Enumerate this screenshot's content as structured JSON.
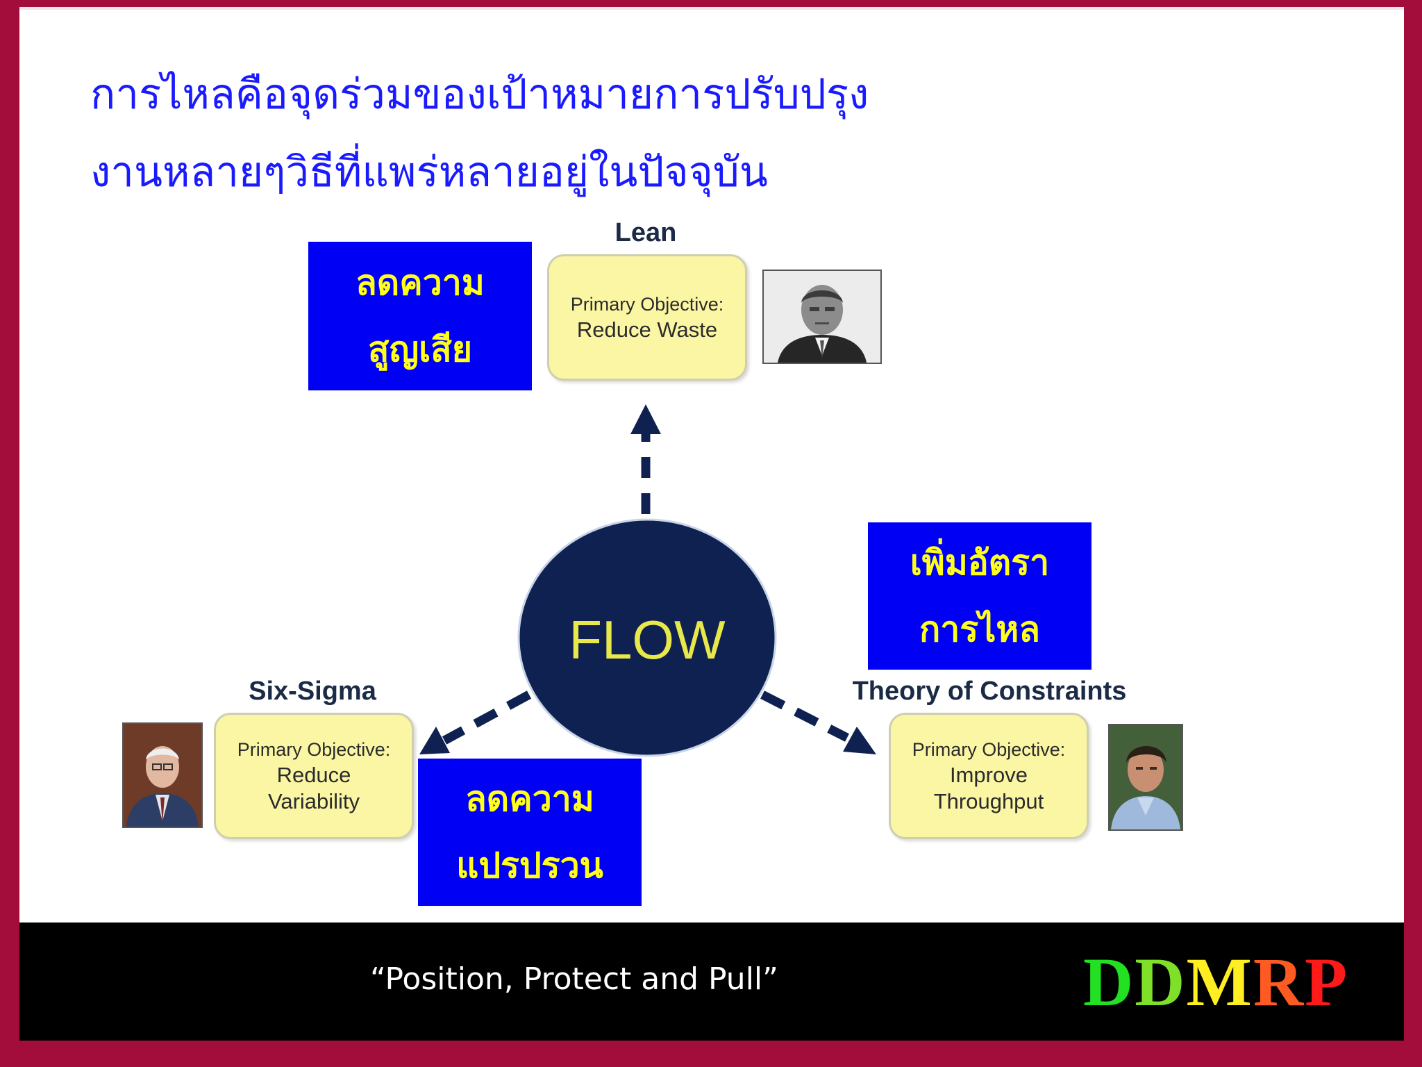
{
  "title": {
    "line1": "การไหลคือจุดร่วมของเป้าหมายการปรับปรุง",
    "line2": "งานหลายๆวิธีที่แพร่หลายอยู่ในปัจจุบัน"
  },
  "diagram": {
    "center": {
      "label": "FLOW"
    },
    "lean": {
      "label": "Lean",
      "objective_heading": "Primary Objective:",
      "objective_value": "Reduce Waste",
      "callout_line1": "ลดความ",
      "callout_line2": "สูญเสีย"
    },
    "six_sigma": {
      "label": "Six-Sigma",
      "objective_heading": "Primary Objective:",
      "objective_value": "Reduce Variability",
      "callout_line1": "ลดความ",
      "callout_line2": "แปรปรวน"
    },
    "toc": {
      "label": "Theory of Constraints",
      "objective_heading": "Primary Objective:",
      "objective_value": "Improve Throughput",
      "callout_line1": "เพิ่มอัตรา",
      "callout_line2": "การไหล"
    }
  },
  "footer": {
    "tagline": "“Position, Protect and Pull”",
    "logo": {
      "letters": [
        "D",
        "D",
        "M",
        "R",
        "P"
      ],
      "colors": [
        "#22e022",
        "#7fe02a",
        "#ffee22",
        "#ff5a22",
        "#ff1a1a"
      ]
    }
  },
  "colors": {
    "frame": "#a20d3b",
    "title": "#1a1aff",
    "callout_bg": "#0000f5",
    "callout_text": "#ffff1a",
    "objective_bg": "#fbf6a4",
    "flow_circle": "#0f2150",
    "flow_text": "#e8e84a",
    "arrow": "#0f2150"
  }
}
